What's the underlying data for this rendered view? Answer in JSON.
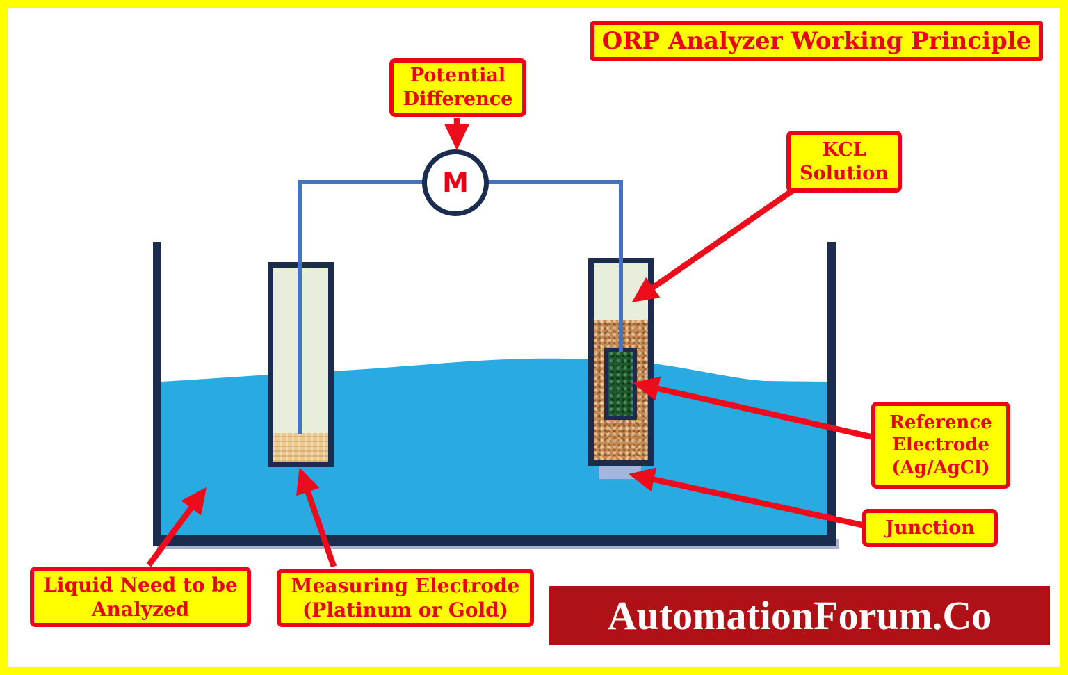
{
  "title": "ORP Analyzer Working Principle",
  "meter": {
    "label": "M"
  },
  "callouts": {
    "potential_difference": "Potential\nDifference",
    "kcl_solution": "KCL\nSolution",
    "reference_electrode": "Reference\nElectrode\n(Ag/AgCl)",
    "junction": "Junction",
    "liquid": "Liquid Need to be\nAnalyzed",
    "measuring_electrode": "Measuring Electrode\n(Platinum or Gold)"
  },
  "watermark": "AutomationForum.Co",
  "colors": {
    "frame_yellow": "#FFFF00",
    "callout_fill": "#FFFF00",
    "callout_red": "#EE0218",
    "arrow_red": "#ED0C1C",
    "tank_navy": "#1B2C4E",
    "wire_blue": "#4472C4",
    "liquid_blue": "#29ABE2",
    "tube_fill_green": "#E7EEDC",
    "kcl_brown": "#C58A52",
    "reference_electrode_green": "#1E5A2E",
    "measuring_tip_tan": "#EBC88F",
    "junction_lavender": "#A2B7DB",
    "banner_red": "#B01116",
    "banner_text": "#FFFFFF"
  }
}
